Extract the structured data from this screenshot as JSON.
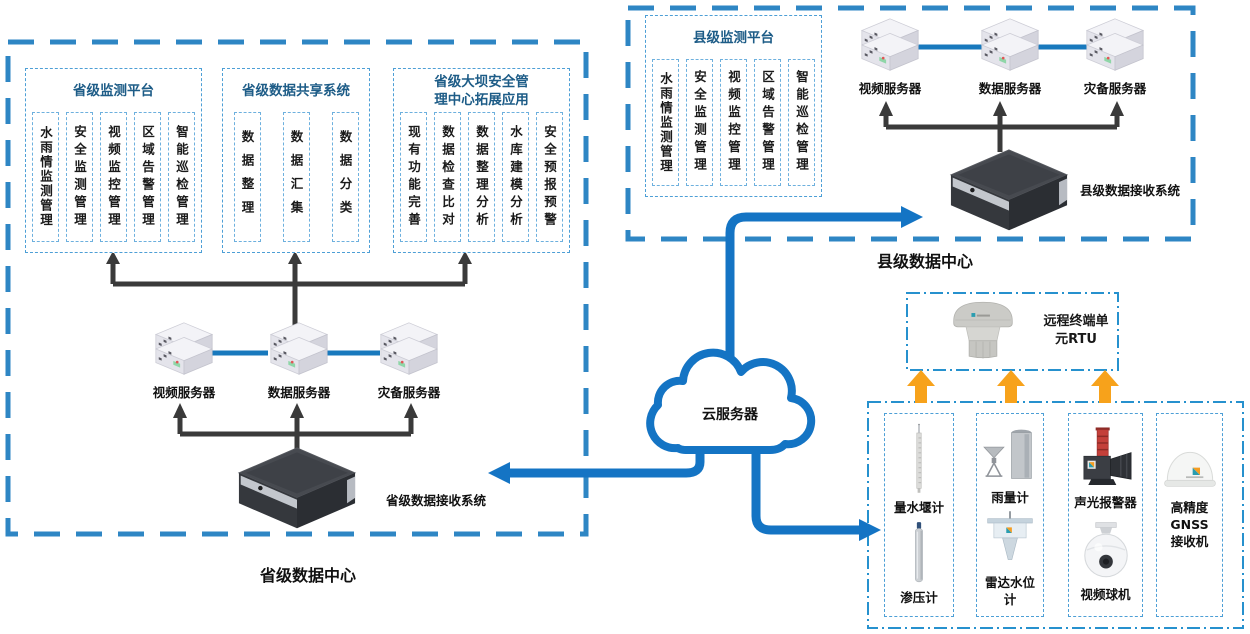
{
  "colors": {
    "line_blue": "#1474c4",
    "dash_blue": "#2e86c4",
    "thin_box_blue": "#4d9fd6",
    "title_blue": "#1d5c87",
    "connector_dark": "#3a3a3a",
    "orange_arrow": "#f7a21b"
  },
  "provincial": {
    "label": "省级数据中心",
    "receiver_label": "省级数据接收系统",
    "platforms": [
      {
        "title": "省级监测平台",
        "columns": [
          "水雨情监测管理",
          "安全监测管理",
          "视频监控管理",
          "区域告警管理",
          "智能巡检管理"
        ]
      },
      {
        "title": "省级数据共享系统",
        "columns": [
          "数据整理",
          "数据汇集",
          "数据分类"
        ]
      },
      {
        "title": "省级大坝安全管理中心拓展应用",
        "columns": [
          "现有功能完善",
          "数据检查比对",
          "数据整理分析",
          "水库建模分析",
          "安全预报预警"
        ]
      }
    ],
    "servers": [
      {
        "label": "视频服务器",
        "icon": "server-icon"
      },
      {
        "label": "数据服务器",
        "icon": "server-icon"
      },
      {
        "label": "灾备服务器",
        "icon": "server-icon"
      }
    ]
  },
  "county": {
    "label": "县级数据中心",
    "receiver_label": "县级数据接收系统",
    "platform": {
      "title": "县级监测平台",
      "columns": [
        "水雨情监测管理",
        "安全监测管理",
        "视频监控管理",
        "区域告警管理",
        "智能巡检管理"
      ]
    },
    "servers": [
      {
        "label": "视频服务器",
        "icon": "server-icon"
      },
      {
        "label": "数据服务器",
        "icon": "server-icon"
      },
      {
        "label": "灾备服务器",
        "icon": "server-icon"
      }
    ]
  },
  "cloud": {
    "label": "云服务器"
  },
  "rtu": {
    "label": "远程终端单元RTU",
    "icon": "rtu-device-icon"
  },
  "sensors": {
    "groups": [
      {
        "items": [
          {
            "label": "量水堰计",
            "icon": "weir-gauge-icon"
          },
          {
            "label": "渗压计",
            "icon": "piezometer-icon"
          }
        ]
      },
      {
        "items": [
          {
            "label": "雨量计",
            "icon": "rain-gauge-icon"
          },
          {
            "label": "雷达水位计",
            "icon": "radar-level-gauge-icon"
          }
        ]
      },
      {
        "items": [
          {
            "label": "声光报警器",
            "icon": "audio-visual-alarm-icon"
          },
          {
            "label": "视频球机",
            "icon": "dome-camera-icon"
          }
        ]
      },
      {
        "items": [
          {
            "label": "高精度\nGNSS\n接收机",
            "icon": "gnss-receiver-icon"
          }
        ]
      }
    ]
  }
}
